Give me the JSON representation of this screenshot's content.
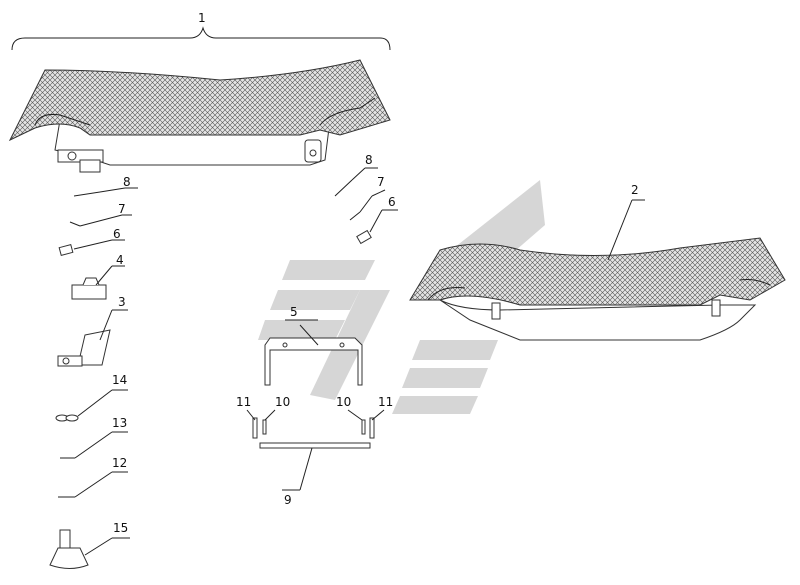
{
  "callouts": {
    "c1": "1",
    "c2": "2",
    "c3": "3",
    "c4": "4",
    "c5": "5",
    "c6a": "6",
    "c6b": "6",
    "c7a": "7",
    "c7b": "7",
    "c8a": "8",
    "c8b": "8",
    "c9": "9",
    "c10a": "10",
    "c10b": "10",
    "c11a": "11",
    "c11b": "11",
    "c12": "12",
    "c13": "13",
    "c14": "14",
    "c15": "15"
  }
}
